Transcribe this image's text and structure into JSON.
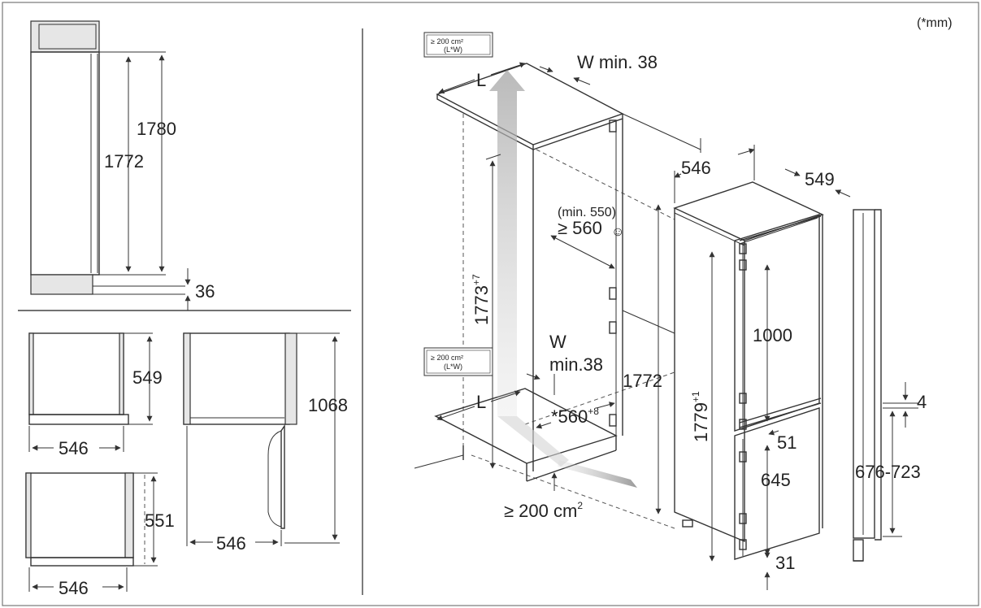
{
  "unit_note": "(*mm)",
  "left_panel": {
    "side_view": {
      "height_outer": "1780",
      "height_inner": "1772",
      "plinth": "36"
    },
    "top_views": {
      "a": {
        "depth": "549",
        "width": "546"
      },
      "b": {
        "depth": "1068",
        "width": "546"
      },
      "c": {
        "depth": "551",
        "width": "546"
      }
    }
  },
  "right_panel": {
    "vent_label_top": {
      "line1": "≥ 200 cm²",
      "line2": "(L*W)"
    },
    "vent_label_bottom": {
      "line1": "≥ 200 cm²",
      "line2": "(L*W)"
    },
    "L_top": "L",
    "L_bottom": "L",
    "w_min_top": "W min. 38",
    "w_min_bottom_w": "W",
    "w_min_bottom_val": "min.38",
    "niche_height": {
      "base": "1773",
      "sup": "+7"
    },
    "niche_depth_min": "(min. 550)",
    "niche_depth": "≥ 560",
    "smiley_icon": "☺",
    "niche_height_2": "1772",
    "niche_width": {
      "base": "*560",
      "sup": "+8"
    },
    "vent_floor": {
      "base": "≥ 200 cm",
      "sup": "2"
    },
    "appliance_width": "546",
    "appliance_depth": "549",
    "appliance_height": {
      "base": "1779",
      "sup": "+1"
    },
    "upper_door": "1000",
    "gap": "51",
    "lower_door": "645",
    "bottom_gap": "31",
    "door_top_gap": "4",
    "door_range": "676-723"
  }
}
